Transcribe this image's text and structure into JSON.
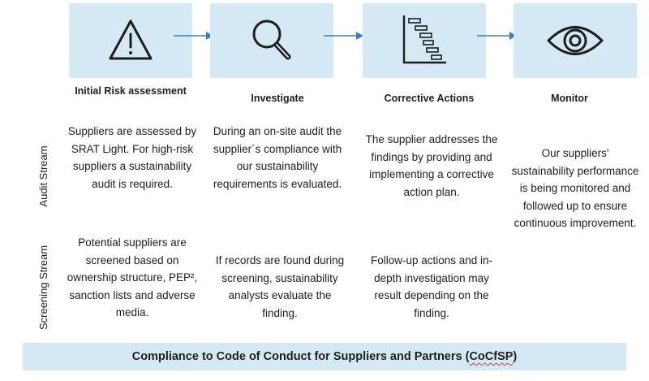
{
  "steps": [
    {
      "icon": "warning-triangle-icon",
      "title": "Initial Risk assessment",
      "audit_text": "Suppliers are assessed by SRAT Light. For high-risk suppliers a sustainability audit is required.",
      "screening_text": "Potential suppliers are screened based on ownership structure, PEP², sanction lists and adverse media."
    },
    {
      "icon": "magnifying-glass-icon",
      "title": "Investigate",
      "audit_text": "During an on-site audit the supplier´s compliance with our sustainability requirements is evaluated.",
      "screening_text": "If records are found during screening, sustainability analysts evaluate the finding."
    },
    {
      "icon": "gantt-chart-icon",
      "title": "Corrective Actions",
      "audit_text": "The supplier addresses the findings by providing and implementing a corrective action plan.",
      "screening_text": "Follow-up actions and in-depth investigation may result depending on the finding."
    },
    {
      "icon": "eye-icon",
      "title": "Monitor",
      "combined_text": "Our suppliers' sustainability performance is being monitored and followed up to ensure continuous improvement."
    }
  ],
  "streams": {
    "audit": "Audit Stream",
    "screening": "Screening Stream"
  },
  "footer": {
    "main": "Compliance to Code of Conduct for Suppliers and Partners (",
    "abbr": "CoCfSP",
    "close": ")"
  },
  "colors": {
    "box_fill": "#d4e9f3",
    "arrow": "#3b7cc4",
    "text": "#1e1e1e"
  }
}
